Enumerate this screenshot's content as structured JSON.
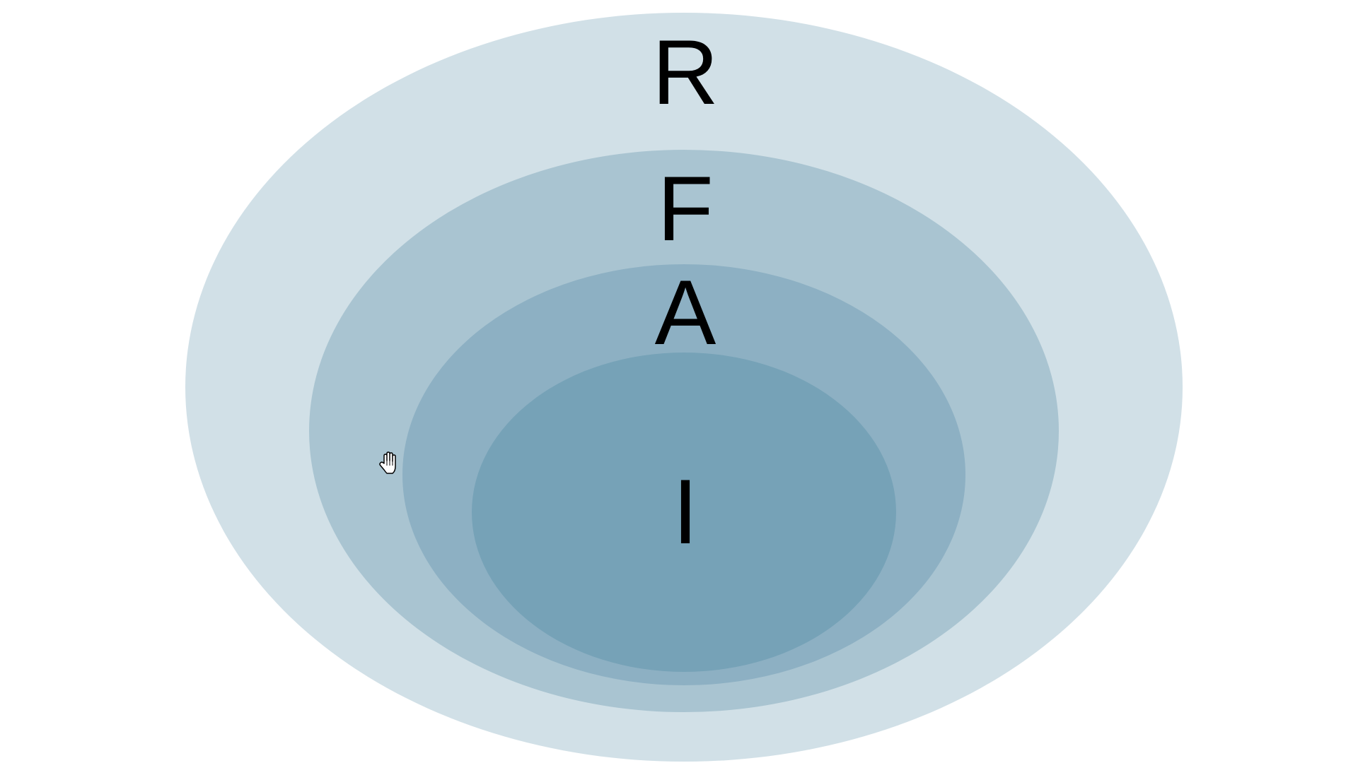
{
  "diagram": {
    "type": "nested-ellipses",
    "colors": {
      "background": "#ffffff",
      "ring_r": "#d1e0e7",
      "ring_f": "#a9c4d1",
      "ring_a": "#8db0c3",
      "ring_i": "#76a2b7",
      "label": "#000000"
    },
    "rings": [
      {
        "id": "r",
        "label": "R"
      },
      {
        "id": "f",
        "label": "F"
      },
      {
        "id": "a",
        "label": "A"
      },
      {
        "id": "i",
        "label": "I"
      }
    ]
  },
  "cursor": {
    "icon": "hand-cursor-icon"
  }
}
